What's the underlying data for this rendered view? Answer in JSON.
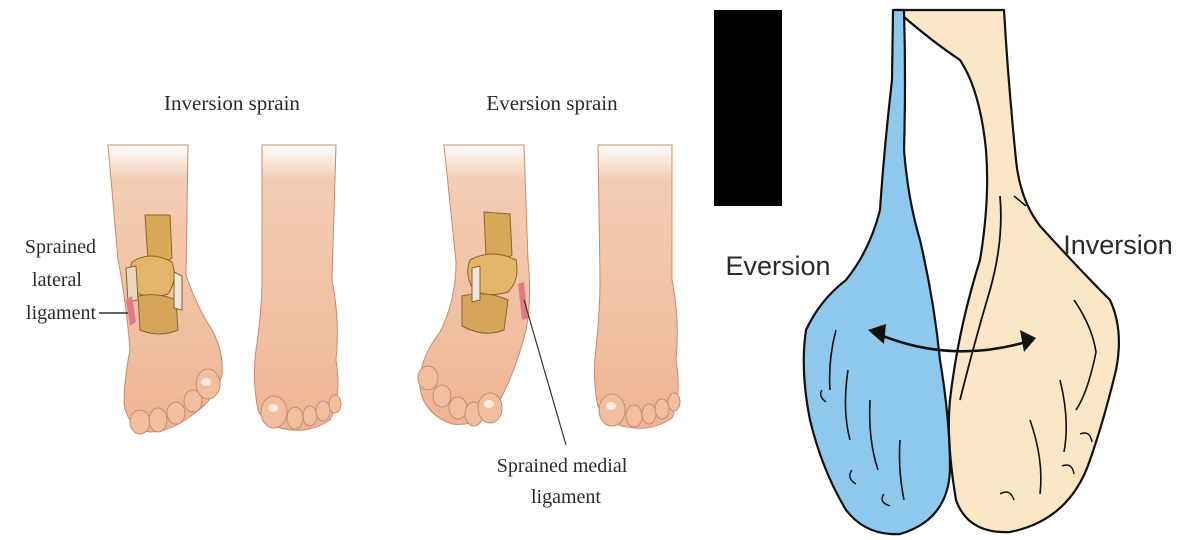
{
  "left_panel": {
    "inversion": {
      "title": "Inversion sprain",
      "label_lines": [
        "Sprained",
        "lateral",
        "ligament"
      ]
    },
    "eversion": {
      "title": "Eversion sprain",
      "label_lines": [
        "Sprained medial",
        "ligament"
      ]
    }
  },
  "right_panel": {
    "eversion_label": "Eversion",
    "inversion_label": "Inversion"
  },
  "colors": {
    "skin": "#f2c2a4",
    "skin_shadow": "#d99a7c",
    "bone": "#d9a95a",
    "ligament": "#e27a86",
    "eversion_foot": "#8ec8ec",
    "inversion_foot": "#fbe6c6",
    "outline": "#111111",
    "redaction_block": "#000000"
  }
}
